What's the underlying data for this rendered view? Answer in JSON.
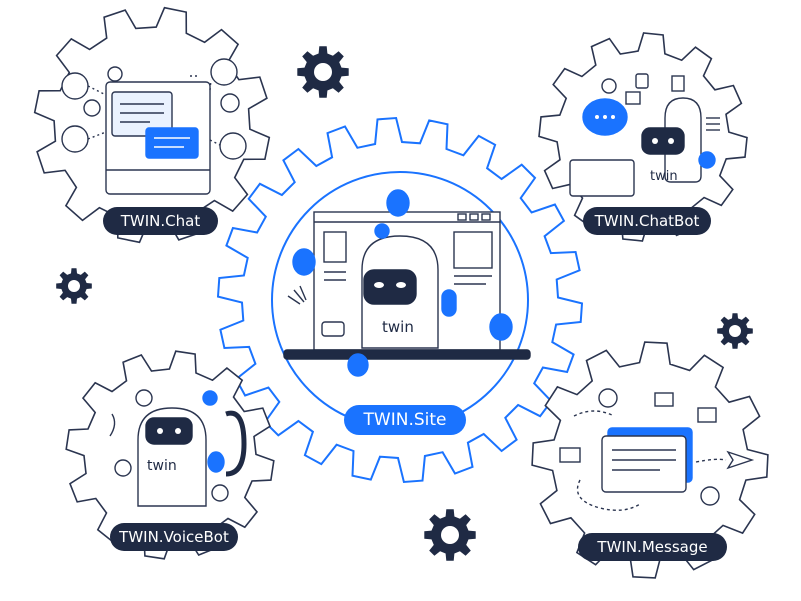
{
  "products": {
    "chat": "TWIN.Chat",
    "chatbot": "TWIN.ChatBot",
    "site": "TWIN.Site",
    "voicebot": "TWIN.VoiceBot",
    "message": "TWIN.Message"
  },
  "robot_text": "twin",
  "colors": {
    "navy": "#1f2a44",
    "blue": "#1a73ff",
    "outline": "#2b3550"
  }
}
